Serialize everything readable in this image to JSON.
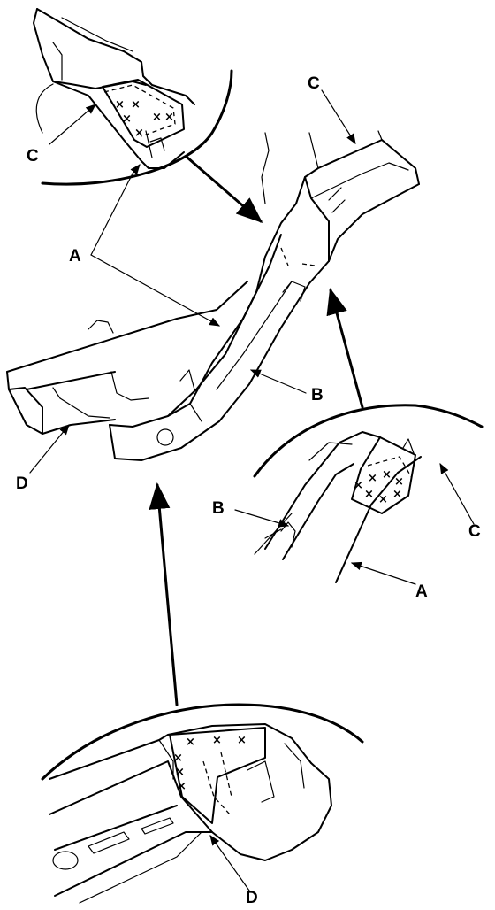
{
  "callouts": {
    "A": "A",
    "B": "B",
    "C": "C",
    "D": "D"
  },
  "weld_mark": "×",
  "colors": {
    "line": "#000000",
    "background": "#ffffff"
  }
}
